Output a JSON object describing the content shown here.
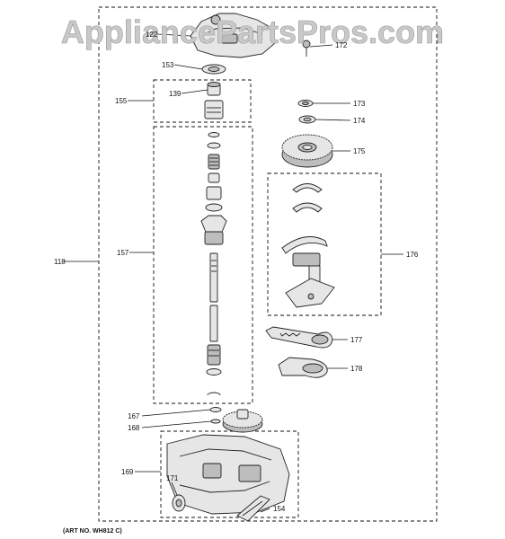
{
  "watermark": "AppliancePartsPros.com",
  "art_number": "(ART NO. WH812 C)",
  "callouts": {
    "c118": "118",
    "c122": "122",
    "c139": "139",
    "c153": "153",
    "c154": "154",
    "c155": "155",
    "c157": "157",
    "c167": "167",
    "c168": "168",
    "c169": "169",
    "c171": "171",
    "c172": "172",
    "c173": "173",
    "c174": "174",
    "c175": "175",
    "c176": "176",
    "c177": "177",
    "c178": "178"
  }
}
